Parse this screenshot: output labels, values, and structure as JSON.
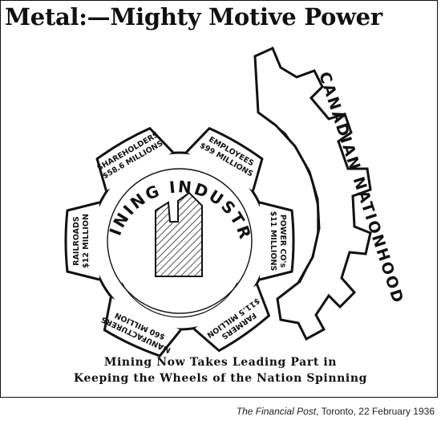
{
  "title": "Metal:—Mighty Motive Power",
  "big_gear_label": "CANADIAN NATIONHOOD",
  "small_gear_label": "MINING INDUSTRY",
  "teeth": [
    {
      "line1": "SHAREHOLDERS",
      "line2": "$58.6 MILLIONS"
    },
    {
      "line1": "EMPLOYEES",
      "line2": "$99 MILLIONS"
    },
    {
      "line1": "POWER CO's",
      "line2": "$11 MILLIONS"
    },
    {
      "line1": "FARMERS",
      "line2": "$11.5 MILLION"
    },
    {
      "line1": "MANUFACTURERS",
      "line2": "$60 MILLION"
    },
    {
      "line1": "RAILROADS",
      "line2": "$12 MILLION"
    }
  ],
  "caption_line1": "Mining Now Takes Leading Part in",
  "caption_line2": "Keeping the Wheels of the Nation Spinning",
  "source": {
    "publication": "The Financial Post",
    "details": ", Toronto, 22 February 1936"
  }
}
